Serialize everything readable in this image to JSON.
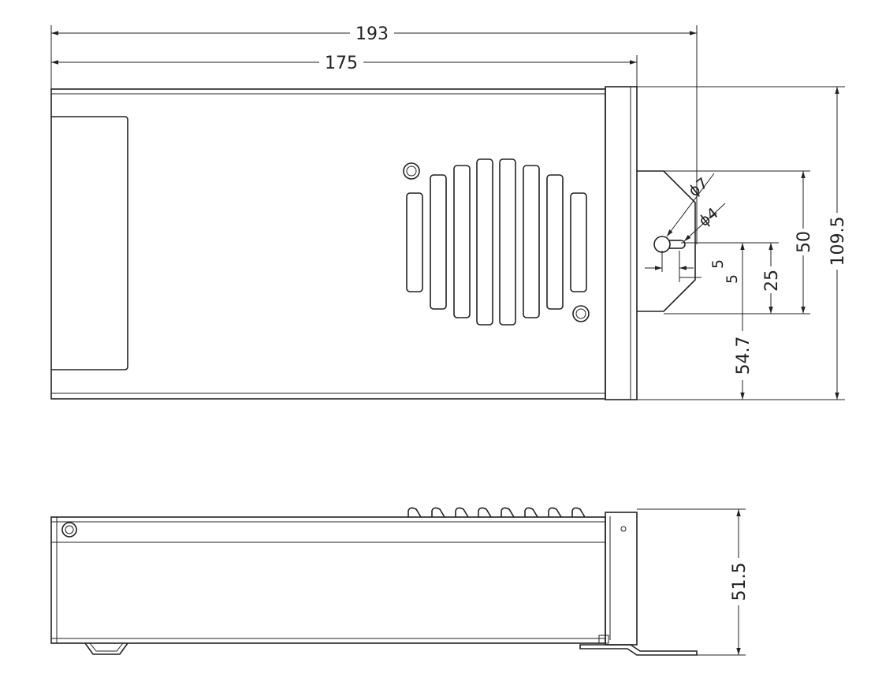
{
  "drawing": {
    "top_view": {
      "dim_overall_length": "193",
      "dim_body_length": "175",
      "dim_overall_width": "109.5",
      "dim_slot_spacing": "50",
      "dim_slot_to_center": "25",
      "dim_hole_height": "54.7",
      "dim_hole_large_dia": "ϕ7",
      "dim_hole_small_dia": "ϕ4",
      "dim_offset_a": "5",
      "dim_offset_b": "5"
    },
    "side_view": {
      "dim_height": "51.5"
    }
  }
}
